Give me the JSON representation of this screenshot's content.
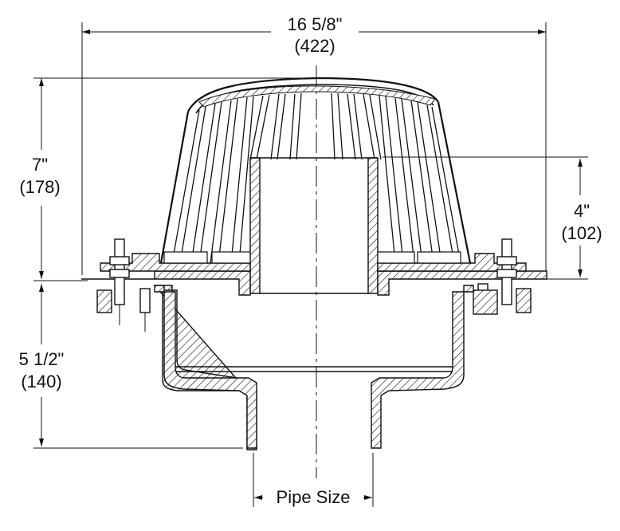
{
  "dimensions": {
    "width": {
      "imperial": "16 5/8\"",
      "metric": "(422)"
    },
    "dome_height": {
      "imperial": "7\"",
      "metric": "(178)"
    },
    "standpipe_height": {
      "imperial": "4\"",
      "metric": "(102)"
    },
    "body_depth": {
      "imperial": "5 1/2\"",
      "metric": "(140)"
    },
    "outlet": {
      "label": "Pipe Size"
    }
  },
  "colors": {
    "line": "#111111",
    "background": "#ffffff"
  }
}
